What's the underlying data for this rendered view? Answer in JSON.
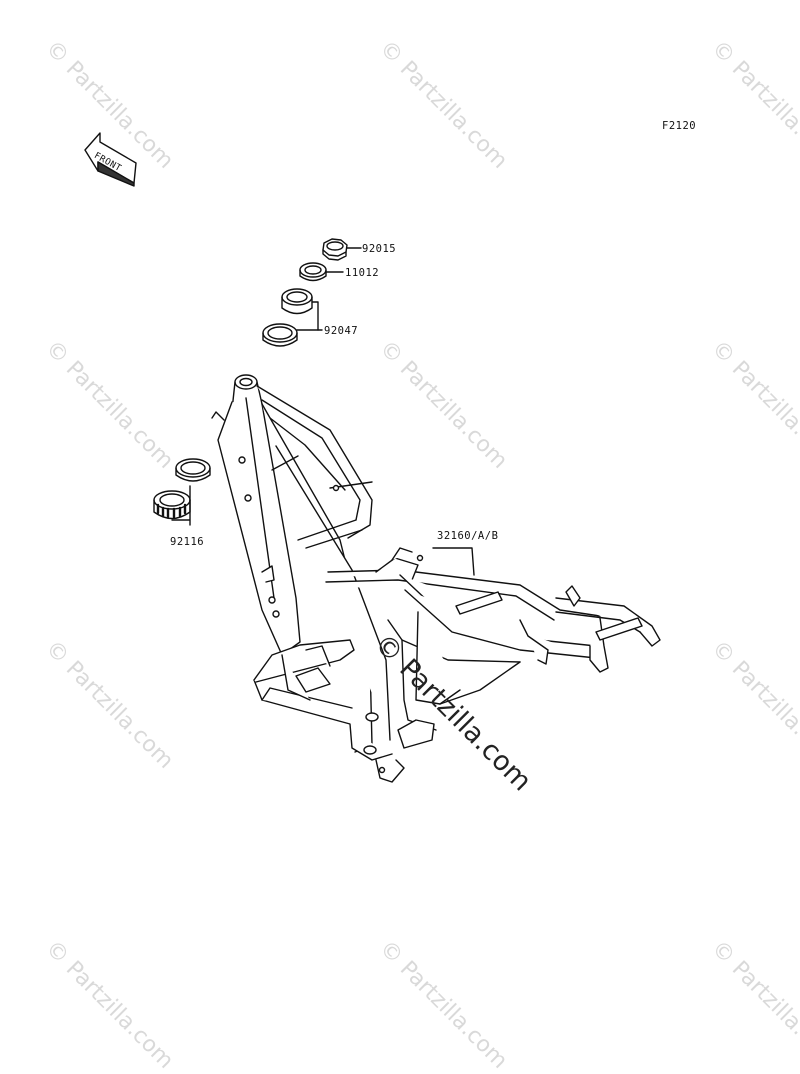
{
  "diagram_code": "F2120",
  "front_marker": "FRONT",
  "parts": {
    "p92015": "92015",
    "p11012": "11012",
    "p92047": "92047",
    "p92116": "92116",
    "p32160": "32160/A/B"
  },
  "watermark_text": "© Partzilla.com",
  "center_watermark": "© Partzilla.com"
}
